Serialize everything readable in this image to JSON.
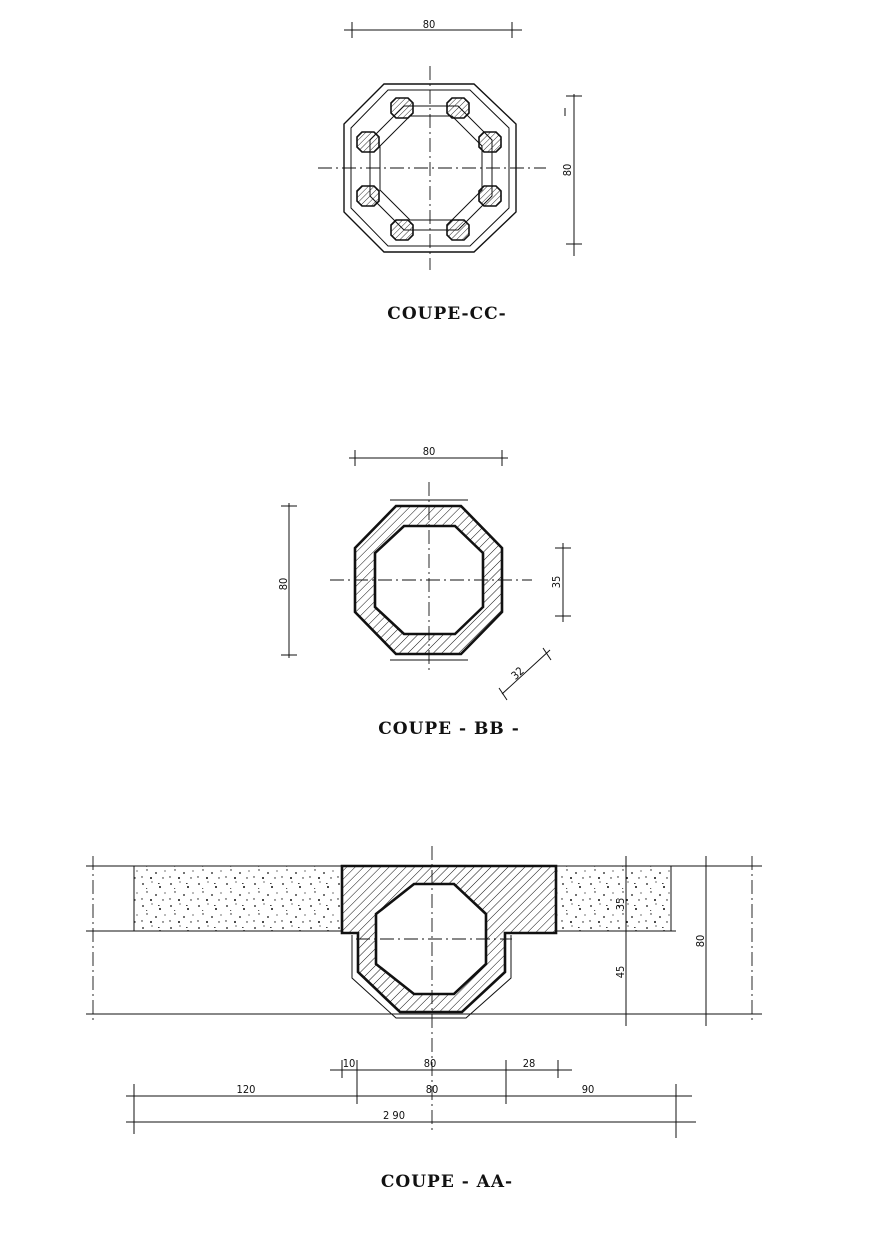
{
  "sections": {
    "cc": {
      "title": "COUPE-CC-",
      "dim_width": "80",
      "dim_height": "80",
      "bar_count": 8
    },
    "bb": {
      "title": "COUPE - BB -",
      "dim_width": "80",
      "dim_height": "80",
      "dim_inner": "35",
      "dim_diagonal": "32"
    },
    "aa": {
      "title": "COUPE - AA-",
      "dim_right_small": "35",
      "dim_right_mid": "45",
      "dim_right_total": "80",
      "row1": [
        "10",
        "80",
        "28"
      ],
      "row2": [
        "120",
        "80",
        "90"
      ],
      "row3_total": "2 90"
    }
  }
}
